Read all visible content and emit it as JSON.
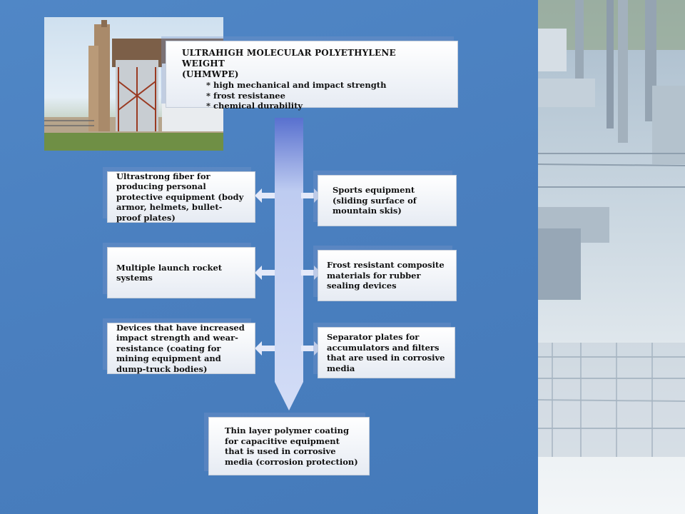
{
  "header": {
    "title_line1": "ULTRAHIGH MOLECULAR POLYETHYLENE WEIGHT",
    "title_line2": "(UHMWPE)",
    "properties": [
      "* high mechanical and impact strength",
      "* frost resistanee",
      "* chemical durability"
    ]
  },
  "applications": {
    "left": [
      "Ultrastrong fiber for producing personal protective equipment (body armor, helmets, bullet-proof plates)",
      "Multiple launch rocket systems",
      "Devices that have increased impact strength and wear-resistance (coating for mining equipment and dump-truck bodies)"
    ],
    "right": [
      "Sports equipment (sliding surface of mountain skis)",
      "Frost resistant composite materials for rubber sealing devices",
      "Separator plates for accumulators and filters that are used in corrosive media"
    ],
    "bottom": "Thin layer polymer coating for capacitive equipment that is used in corrosive media (corrosion protection)"
  },
  "colors": {
    "background": "#4a7fbf",
    "box_fill": "#eef2f7",
    "arrow": "#c9d3f2"
  }
}
